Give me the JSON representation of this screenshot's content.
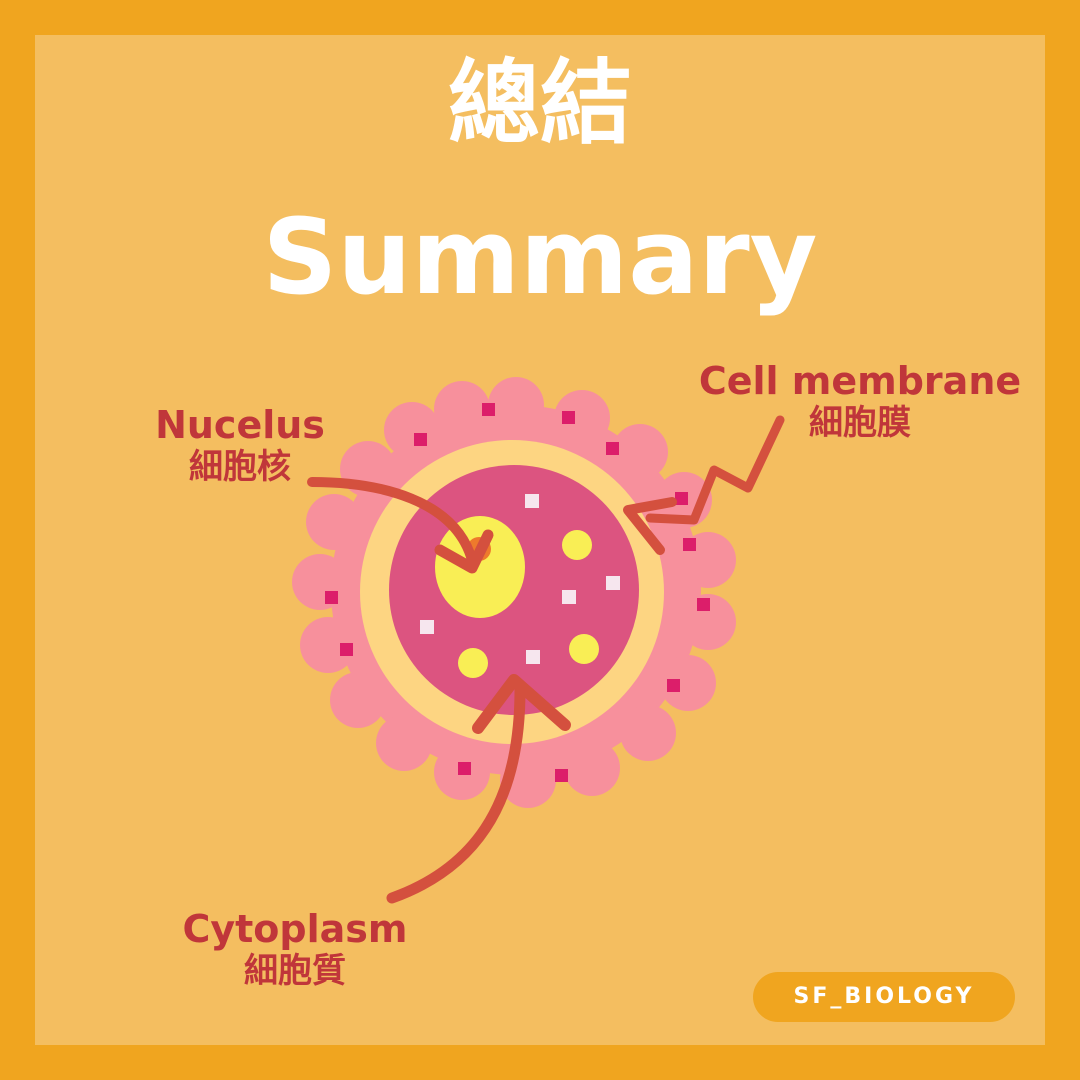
{
  "title": {
    "chinese": "總結",
    "english": "Summary"
  },
  "labels": {
    "nucleus": {
      "english": "Nucelus",
      "chinese": "細胞核"
    },
    "cell_membrane": {
      "english": "Cell membrane",
      "chinese": "細胞膜"
    },
    "cytoplasm": {
      "english": "Cytoplasm",
      "chinese": "細胞質"
    }
  },
  "badge": "SF_BIOLOGY",
  "colors": {
    "border": "#F0A51F",
    "background": "#F4BE60",
    "label_text": "#C0363A",
    "membrane": "#F7909C",
    "inner_ring": "#FDD582",
    "cytoplasm": "#DC5480",
    "nucleus": "#F9EE55",
    "arrow": "#D4503E"
  }
}
